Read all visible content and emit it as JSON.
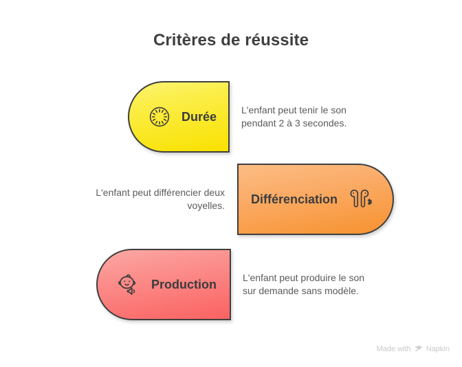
{
  "title": "Critères de réussite",
  "colors": {
    "title_text": "#3f3f3f",
    "body_text": "#5a5a5a",
    "outline": "#3f3f3f",
    "yellow_top": "#fcf472",
    "yellow_bottom": "#fae100",
    "orange_top": "#fcbd84",
    "orange_bottom": "#f7922f",
    "red_top": "#fba9a5",
    "red_bottom": "#fb6262",
    "watermark": "#c9c9cc"
  },
  "rows": [
    {
      "label": "Durée",
      "icon": "clock-icon",
      "description": "L'enfant peut tenir le son pendant 2 à 3 secondes.",
      "pill_side": "left",
      "text_align": "left",
      "color": "yellow"
    },
    {
      "label": "Différenciation",
      "icon": "earbuds-bluetooth-icon",
      "description": "L'enfant peut différencier deux voyelles.",
      "pill_side": "right",
      "text_align": "right",
      "color": "orange"
    },
    {
      "label": "Production",
      "icon": "baby-speaker-icon",
      "description": "L'enfant peut produire le son sur demande sans modèle.",
      "pill_side": "left",
      "text_align": "left",
      "color": "red"
    }
  ],
  "watermark": {
    "prefix": "Made with",
    "brand": "Napkin"
  }
}
